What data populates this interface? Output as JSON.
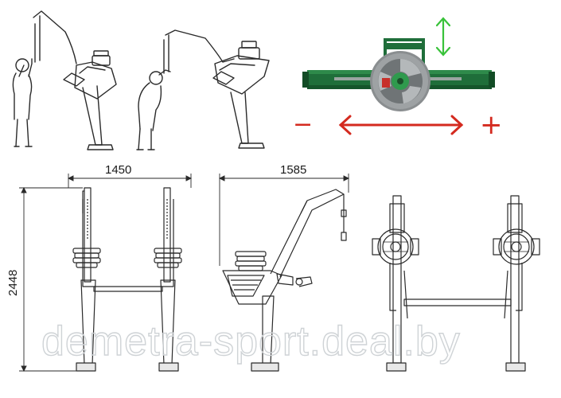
{
  "dimensions": {
    "width": "1450",
    "depth": "1585",
    "height": "2448"
  },
  "adjustment": {
    "minus_label": "−",
    "plus_label": "+"
  },
  "watermark": "demetra-sport.deal.by",
  "colors": {
    "frame_green": "#1f6e3a",
    "weight_gray": "#8a8e90",
    "hub_green": "#2f9a4d",
    "arrow_red": "#d42a1f",
    "arrow_green": "#39c23a",
    "outline": "#2a2a2a"
  },
  "icons": {
    "vertical_arrow": "double-arrow-vertical-icon",
    "horizontal_arrow": "double-arrow-horizontal-icon",
    "plate_logo": "logo-icon"
  }
}
